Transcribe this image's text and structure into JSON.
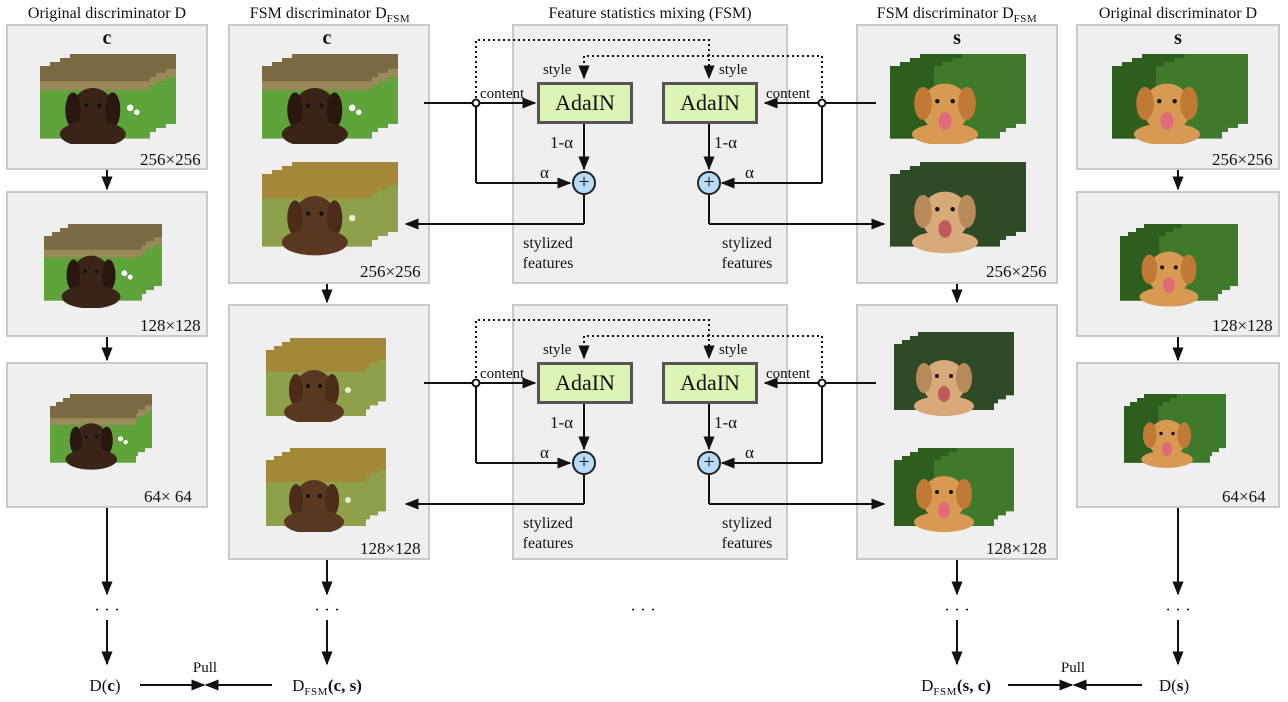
{
  "columns": {
    "orig_left_title": "Original discriminator D",
    "fsm_left_title_main": "FSM discriminator D",
    "fsm_left_title_sub": "FSM",
    "fsm_mix_title": "Feature statistics mixing (FSM)",
    "fsm_right_title_main": "FSM discriminator D",
    "fsm_right_title_sub": "FSM",
    "orig_right_title": "Original discriminator D"
  },
  "inputs": {
    "content": "c",
    "style": "s"
  },
  "sizes": {
    "s256": "256×256",
    "s128": "128×128",
    "s64_left": "64× 64",
    "s64_right": "64×64"
  },
  "fsm_labels": {
    "adain": "AdaIN",
    "content": "content",
    "style": "style",
    "one_minus_alpha": "1-α",
    "alpha": "α",
    "plus": "+",
    "stylized1": "stylized",
    "stylized2": "features"
  },
  "ellipsis": "· · ·",
  "outputs": {
    "d_c_pre": "D(",
    "d_c_var": "c",
    "d_c_post": ")",
    "dfsm_cs_pre": "D",
    "dfsm_cs_sub": "FSM",
    "dfsm_cs_args": "(c, s)",
    "dfsm_sc_pre": "D",
    "dfsm_sc_sub": "FSM",
    "dfsm_sc_args": "(s, c)",
    "d_s_pre": "D(",
    "d_s_var": "s",
    "d_s_post": ")",
    "pull": "Pull"
  },
  "colors": {
    "box_bg": "#efefef",
    "box_border": "#c9c9c9",
    "adain_fill": "#dcf5b4",
    "plus_fill": "#b8dcf8",
    "dog_brown": "#3a2418",
    "dog_golden": "#d89a52",
    "grass": "#5fa43a"
  },
  "icons": {
    "content_image": "brown-dog-photo-stack",
    "style_image": "golden-dog-photo-stack"
  }
}
